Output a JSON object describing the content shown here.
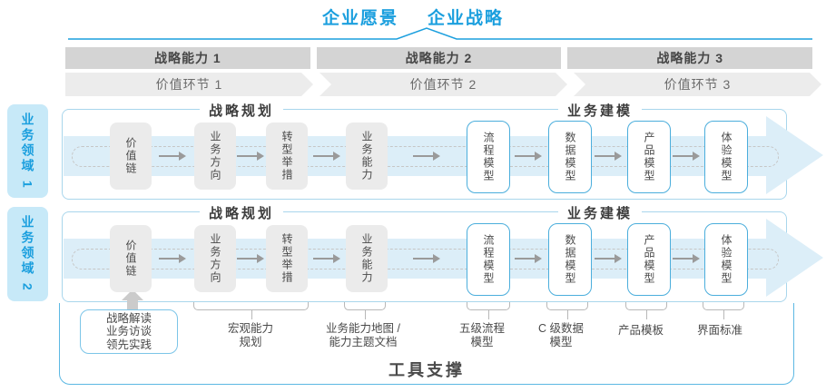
{
  "title": {
    "vision": "企业愿景",
    "strategy": "企业战略"
  },
  "capabilities": [
    "战略能力 1",
    "战略能力 2",
    "战略能力 3"
  ],
  "value_links": [
    "价值环节 1",
    "价值环节 2",
    "价值环节 3"
  ],
  "domains": [
    "业务领域 1",
    "业务领域 2"
  ],
  "lane": {
    "planning_header": "战略规划",
    "modeling_header": "业务建模",
    "boxes": {
      "value_chain": "价值链",
      "direction": "业务方向",
      "transformation": "转型举措",
      "capability": "业务能力",
      "process": "流程模型",
      "data": "数据模型",
      "product": "产品模型",
      "experience": "体验模型"
    }
  },
  "annotations": {
    "practice_box": "战略解读\n业务访谈\n领先实践",
    "macro_capability": "宏观能力\n规划",
    "capability_map": "业务能力地图 /\n能力主题文档",
    "process_l5": "五级流程\n模型",
    "data_c": "C 级数据\n模型",
    "product_template": "产品模板",
    "ui_standard": "界面标准"
  },
  "footer": {
    "tool_support": "工具支撑"
  },
  "colors": {
    "accent_blue": "#1b9fde",
    "domain_label_bg": "#c7e9f8",
    "lane_border": "#a9d6ec",
    "big_arrow_fill": "#dceef8",
    "capability_bar": "#d4d4d4",
    "chevron_bar": "#ececec",
    "gray_box": "#ebebeb",
    "blue_box_border": "#4baedc",
    "outer_box_border": "#5cb8e3",
    "text_dark": "#4a4a4a"
  }
}
